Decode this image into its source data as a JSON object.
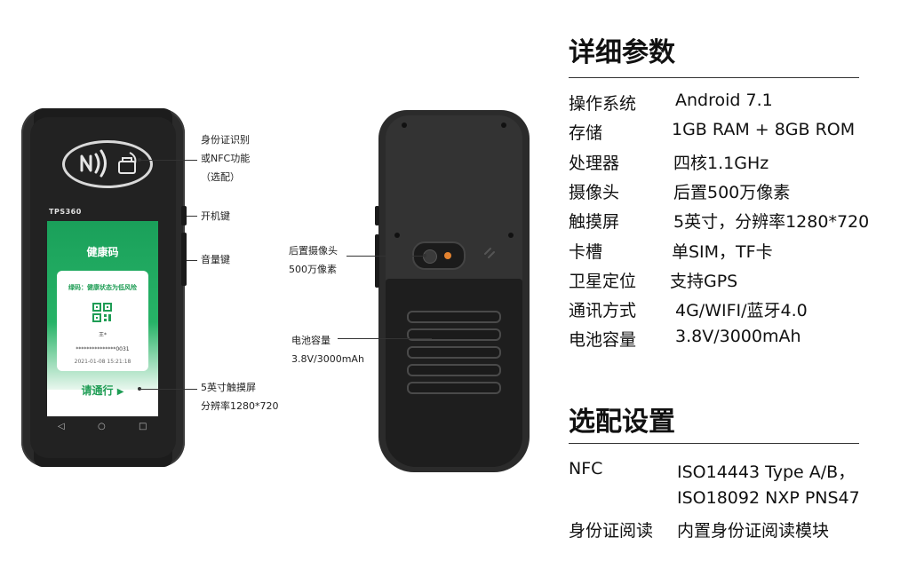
{
  "front_device": {
    "model": "TPS360",
    "screen": {
      "title": "健康码",
      "status": "绿码：健康状态为低风险",
      "name": "王*",
      "id_masked": "***************0031",
      "datetime": "2021-01-08  15:21:18",
      "pass_button": "请通行",
      "pass_arrow": "▶"
    },
    "nav": {
      "back": "◁",
      "home": "○",
      "recent": "□"
    }
  },
  "callouts": {
    "id_nfc": [
      "身份证识别",
      "或NFC功能",
      "（选配）"
    ],
    "power_key": "开机键",
    "volume_key": "音量键",
    "touchscreen": [
      "5英寸触摸屏",
      "分辨率1280*720"
    ],
    "rear_camera": [
      "后置摄像头",
      "500万像素"
    ],
    "battery": [
      "电池容量",
      "3.8V/3000mAh"
    ]
  },
  "specs": {
    "title": "详细参数",
    "rows": [
      {
        "label": "操作系统",
        "value": "Android 7.1"
      },
      {
        "label": "存储",
        "value": "1GB RAM + 8GB ROM"
      },
      {
        "label": "处理器",
        "value": "四核1.1GHz"
      },
      {
        "label": "摄像头",
        "value": "后置500万像素"
      },
      {
        "label": "触摸屏",
        "value": "5英寸，分辨率1280*720"
      },
      {
        "label": "卡槽",
        "value": "单SIM，TF卡"
      },
      {
        "label": "卫星定位",
        "value": "支持GPS"
      },
      {
        "label": "通讯方式",
        "value": "4G/WIFI/蓝牙4.0"
      },
      {
        "label": "电池容量",
        "value": "3.8V/3000mAh"
      }
    ]
  },
  "options": {
    "title": "选配设置",
    "nfc_label": "NFC",
    "nfc_value_1": "ISO14443 Type A/B，",
    "nfc_value_2": "ISO18092 NXP PNS47",
    "id_label": "身份证阅读",
    "id_value": "内置身份证阅读模块"
  },
  "colors": {
    "health_green": "#1f9d55",
    "flash_orange": "#e3822f",
    "device_body": "#2a2a2a"
  }
}
